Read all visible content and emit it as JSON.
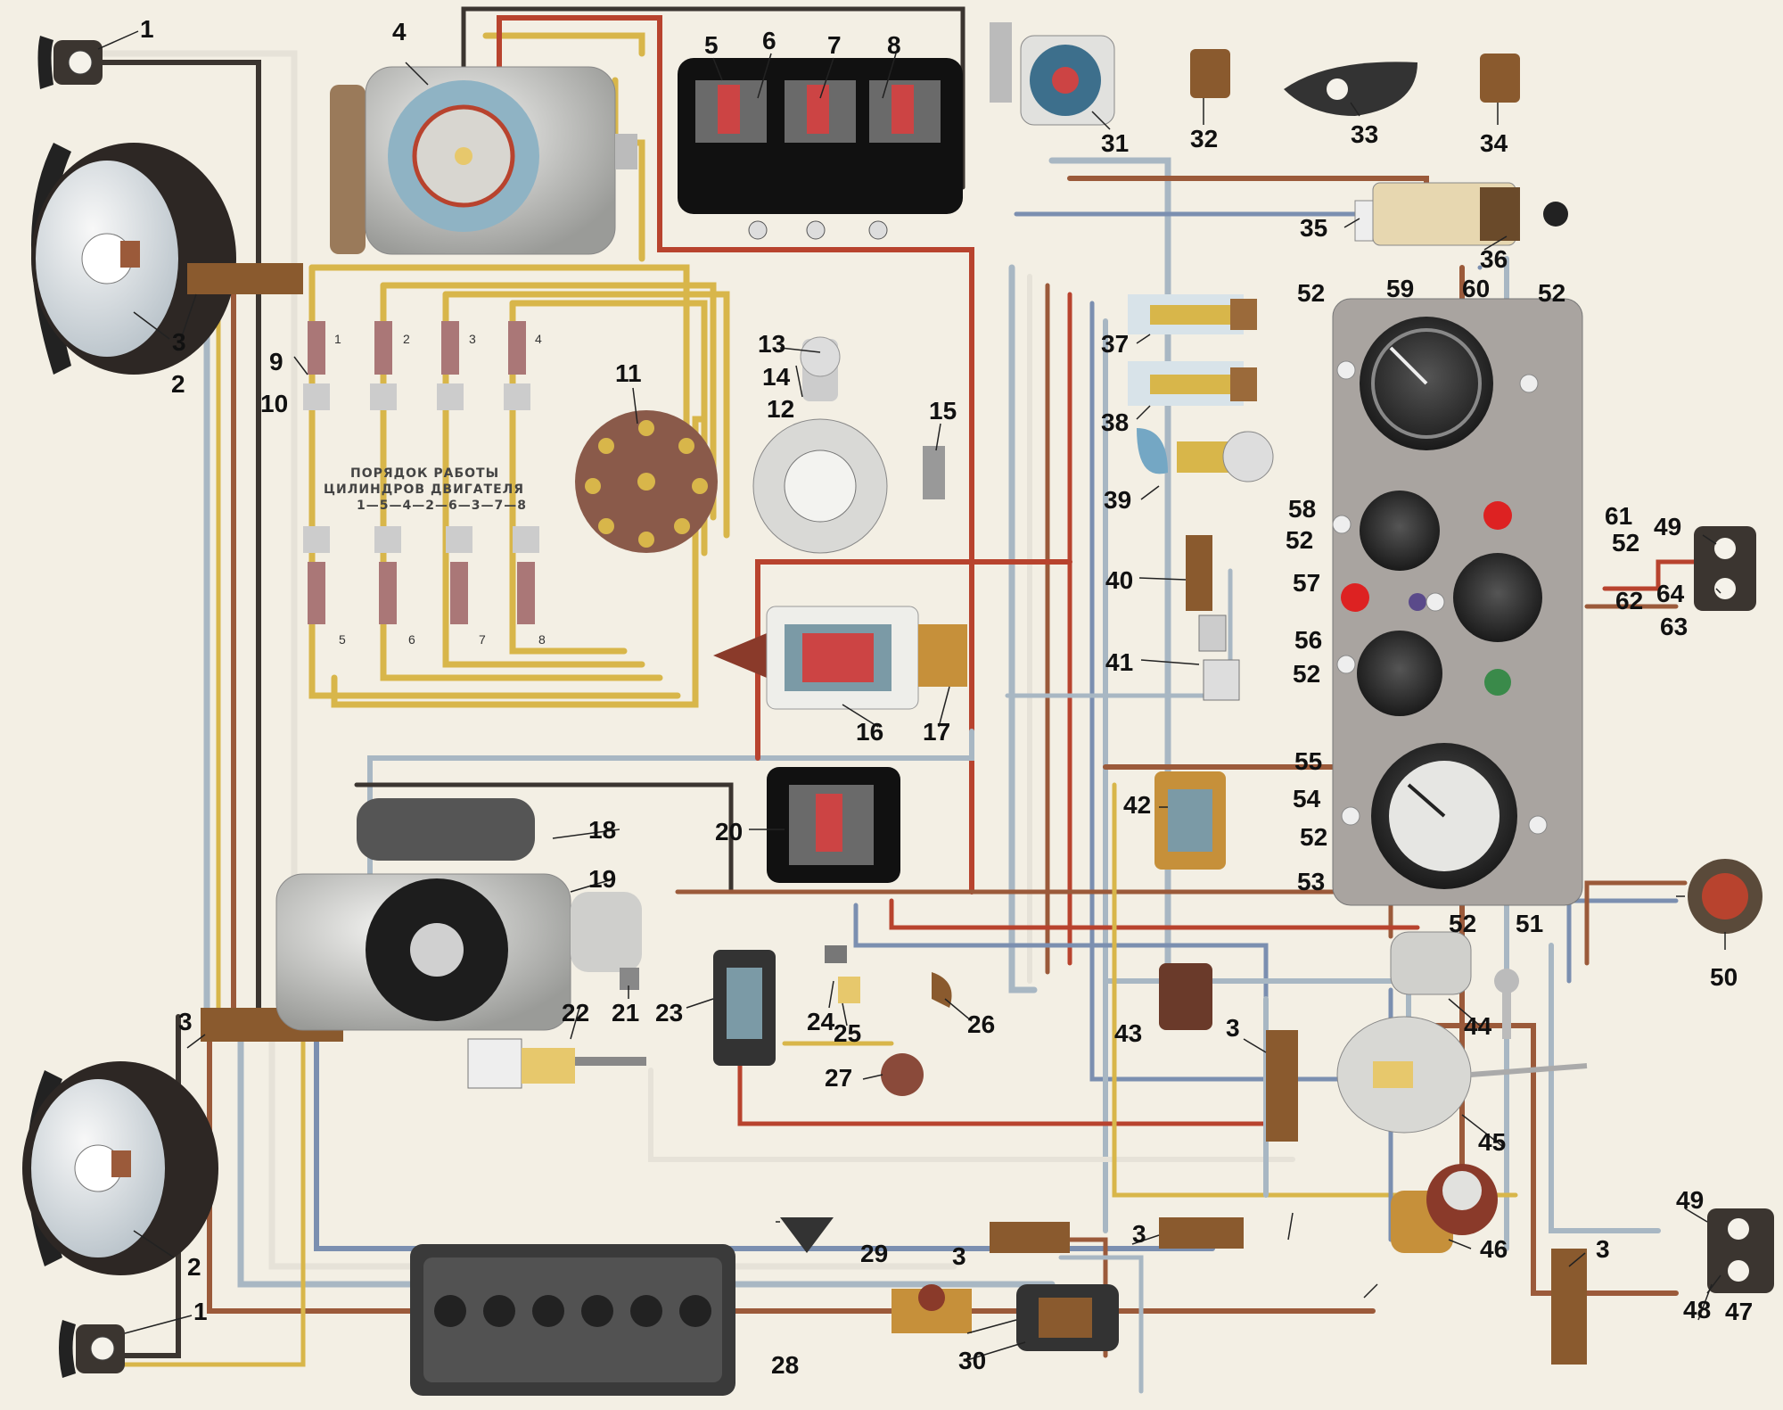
{
  "diagram": {
    "firing_order_title_1": "ПОРЯДОК РАБОТЫ",
    "firing_order_title_2": "ЦИЛИНДРОВ ДВИГАТЕЛЯ",
    "firing_order": "1—5—4—2—6—3—7—8",
    "plug_numbers": [
      "1",
      "2",
      "3",
      "4",
      "5",
      "6",
      "7",
      "8"
    ],
    "wire_colors": {
      "yellow": "#d8b64a",
      "red": "#b8432e",
      "gray": "#a8b7c3",
      "dark": "#3b3530",
      "blue": "#7b8fb0",
      "brown": "#9b5a3a",
      "white": "#e6e2d8"
    },
    "labels": {
      "l1a": "1",
      "l1b": "1",
      "l2a": "2",
      "l2b": "2",
      "l3a": "3",
      "l3b": "3",
      "l3c": "3",
      "l3d": "3",
      "l3e": "3",
      "l3f": "3",
      "l4": "4",
      "l5": "5",
      "l6": "6",
      "l7": "7",
      "l8": "8",
      "l9": "9",
      "l10": "10",
      "l11": "11",
      "l12": "12",
      "l13": "13",
      "l14": "14",
      "l15": "15",
      "l16": "16",
      "l17": "17",
      "l18": "18",
      "l19": "19",
      "l20": "20",
      "l21": "21",
      "l22": "22",
      "l23": "23",
      "l24": "24",
      "l25": "25",
      "l26": "26",
      "l27": "27",
      "l28": "28",
      "l29": "29",
      "l30": "30",
      "l31": "31",
      "l32": "32",
      "l33": "33",
      "l34": "34",
      "l35": "35",
      "l36": "36",
      "l37": "37",
      "l38": "38",
      "l39": "39",
      "l40": "40",
      "l41": "41",
      "l42": "42",
      "l43": "43",
      "l44": "44",
      "l45": "45",
      "l46": "46",
      "l47": "47",
      "l48": "48",
      "l49a": "49",
      "l49b": "49",
      "l50": "50",
      "l51": "51",
      "l52a": "52",
      "l52b": "52",
      "l52c": "52",
      "l52d": "52",
      "l52e": "52",
      "l52f": "52",
      "l52g": "52",
      "l53": "53",
      "l54": "54",
      "l55": "55",
      "l56": "56",
      "l57": "57",
      "l58": "58",
      "l59": "59",
      "l60": "60",
      "l61": "61",
      "l62": "62",
      "l63": "63",
      "l64": "64"
    }
  }
}
